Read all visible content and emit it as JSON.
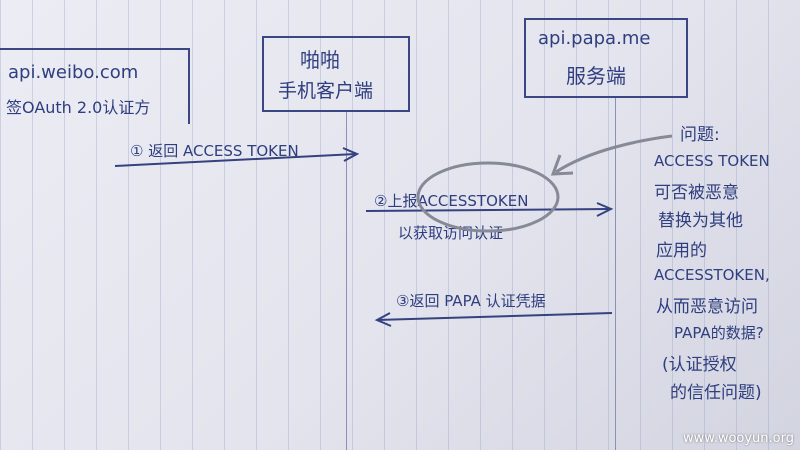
{
  "actors": {
    "weibo_line1": "api.weibo.com",
    "weibo_line2": "签OAuth 2.0认证方",
    "client_line1": "啪啪",
    "client_line2": "手机客户端",
    "server_line1": "api.papa.me",
    "server_line2": "服务端"
  },
  "messages": {
    "step1": "① 返回 ACCESS TOKEN",
    "step2_line1": "②上报ACCESSTOKEN",
    "step2_line2": "以获取访问认证",
    "step3": "③返回 PAPA 认证凭据"
  },
  "note": {
    "lines": [
      "问题:",
      "ACCESS TOKEN",
      "可否被恶意",
      "替换为其他",
      "应用的",
      "ACCESSTOKEN,",
      "从而恶意访问",
      "PAPA的数据?",
      "(认证授权",
      "的信任问题)"
    ]
  },
  "watermark": "www.wooyun.org",
  "colors": {
    "ink": "#2f3e7e",
    "paper": "#e8e8f0",
    "rule": "#9aa6c8"
  }
}
